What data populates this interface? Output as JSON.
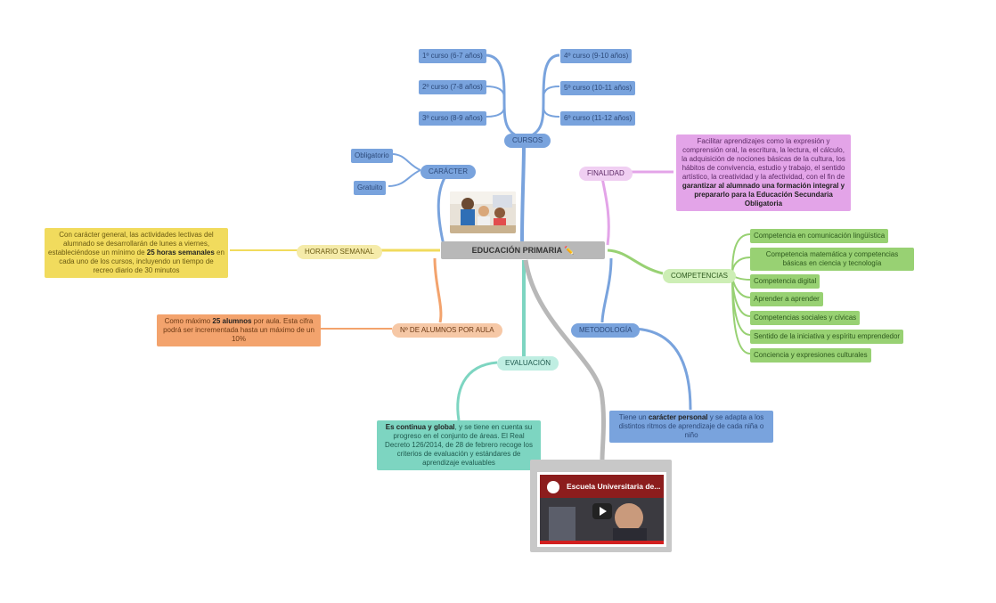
{
  "center": {
    "label": "EDUCACIÓN PRIMARIA ✏️"
  },
  "branches": {
    "cursos": {
      "label": "CURSOS",
      "children": [
        "1º curso (6-7 años)",
        "2º curso (7-8 años)",
        "3º curso (8-9 años)",
        "4º curso (9-10 años)",
        "5º curso (10-11 años)",
        "6º curso (11-12 años)"
      ]
    },
    "caracter": {
      "label": "CARÁCTER",
      "children": [
        "Obligatorio",
        "Gratuito"
      ]
    },
    "horario": {
      "label": "HORARIO SEMANAL",
      "detail_pre": "Con carácter general, las actividades lectivas del alumnado se desarrollarán de lunes a viernes, estableciéndose un mínimo de ",
      "detail_bold": "25 horas semanales",
      "detail_post": " en cada uno de los cursos, incluyendo un tiempo de recreo diario de 30 minutos"
    },
    "alumnos": {
      "label": "Nº DE ALUMNOS POR AULA",
      "detail_pre": "Como máximo ",
      "detail_bold": "25 alumnos",
      "detail_post": " por aula. Esta cifra podrá ser incrementada hasta un máximo de un 10%"
    },
    "evaluacion": {
      "label": "EVALUACIÓN",
      "detail_bold": "Es continua y global",
      "detail_post": ", y se tiene en cuenta su progreso en el conjunto de áreas. El Real Decreto 126/2014, de 28 de febrero recoge los criterios de evaluación y estándares de aprendizaje evaluables"
    },
    "finalidad": {
      "label": "FINALIDAD",
      "detail_pre": "Facilitar aprendizajes como la expresión y comprensión oral, la escritura, la lectura, el cálculo, la adquisición de nociones básicas de la cultura, los hábitos de convivencia, estudio y trabajo, el sentido artístico, la creatividad y la afectividad, con el fin de ",
      "detail_bold": "garantizar al alumnado una formación integral y prepararlo para la Educación Secundaria Obligatoria"
    },
    "competencias": {
      "label": "COMPETENCIAS",
      "children": [
        "Competencia en comunicación lingüística",
        "Competencia matemática y competencias básicas en ciencia y tecnología",
        "Competencia digital",
        "Aprender a aprender",
        "Competencias sociales y cívicas",
        "Sentido de la iniciativa y espíritu emprendedor",
        "Conciencia y expresiones culturales"
      ]
    },
    "metodologia": {
      "label": "METODOLOGÍA",
      "detail_pre": "Tiene un ",
      "detail_bold": "carácter personal",
      "detail_post": " y se adapta a los distintos ritmos de aprendizaje de cada niña o niño"
    }
  },
  "video": {
    "title": "Escuela Universitaria de..."
  },
  "colors": {
    "cursos": "#79a3dd",
    "caracter": "#79a3dd",
    "horario": "#f1db5d",
    "alumnos": "#f3a36d",
    "evaluacion": "#7dd5c1",
    "finalidad": "#e3a4e8",
    "competencias": "#98d173",
    "metodologia": "#79a3dd",
    "video": "#b8b8b8"
  }
}
